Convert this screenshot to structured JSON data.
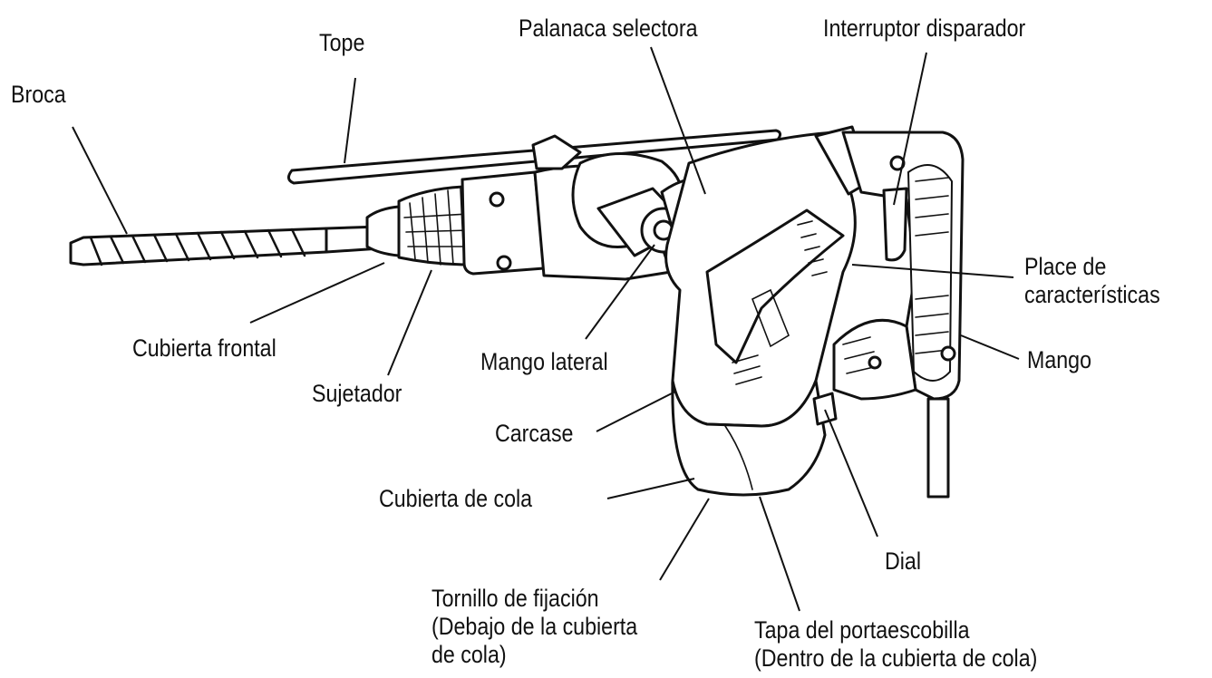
{
  "labels": {
    "broca": "Broca",
    "tope": "Tope",
    "palanca_selectora": "Palanaca selectora",
    "interruptor_disparador": "Interruptor disparador",
    "placa_caracteristicas": [
      "Place de",
      "características"
    ],
    "mango": "Mango",
    "cubierta_frontal": "Cubierta frontal",
    "sujetador": "Sujetador",
    "mango_lateral": "Mango lateral",
    "carcasa": "Carcase",
    "cubierta_cola": "Cubierta de cola",
    "dial": "Dial",
    "tornillo_fijacion": [
      "Tornillo de fijación",
      "(Debajo de la cubierta",
      "de cola)"
    ],
    "tapa_portaescobilla": [
      "Tapa del portaescobilla",
      "(Dentro de la cubierta de cola)"
    ]
  },
  "colors": {
    "ink": "#111111",
    "background": "#ffffff"
  }
}
